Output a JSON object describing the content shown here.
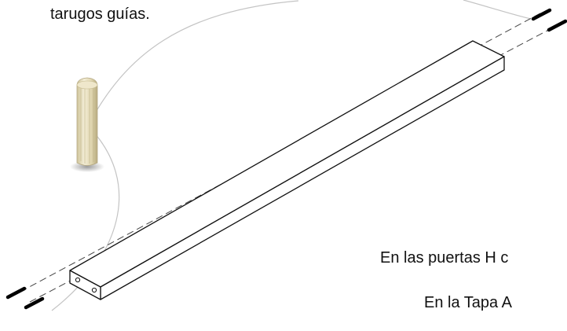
{
  "captions": {
    "dowels_fragment": "tarugos guías.",
    "doors_fragment": "En las puertas H c",
    "lid_fragment": "En la Tapa A"
  },
  "colors": {
    "line": "#111111",
    "callout": "#c4c4c4",
    "dowel_light": "#f1ead2",
    "dowel_mid": "#d9cfa6",
    "dowel_dark": "#b9ad82",
    "dowel_shadow": "#9c9c9c"
  },
  "illustration": {
    "subject": "dowel-assembly-diagram",
    "icons": [
      "wooden-dowel-icon",
      "dowel-pin-icon"
    ]
  }
}
